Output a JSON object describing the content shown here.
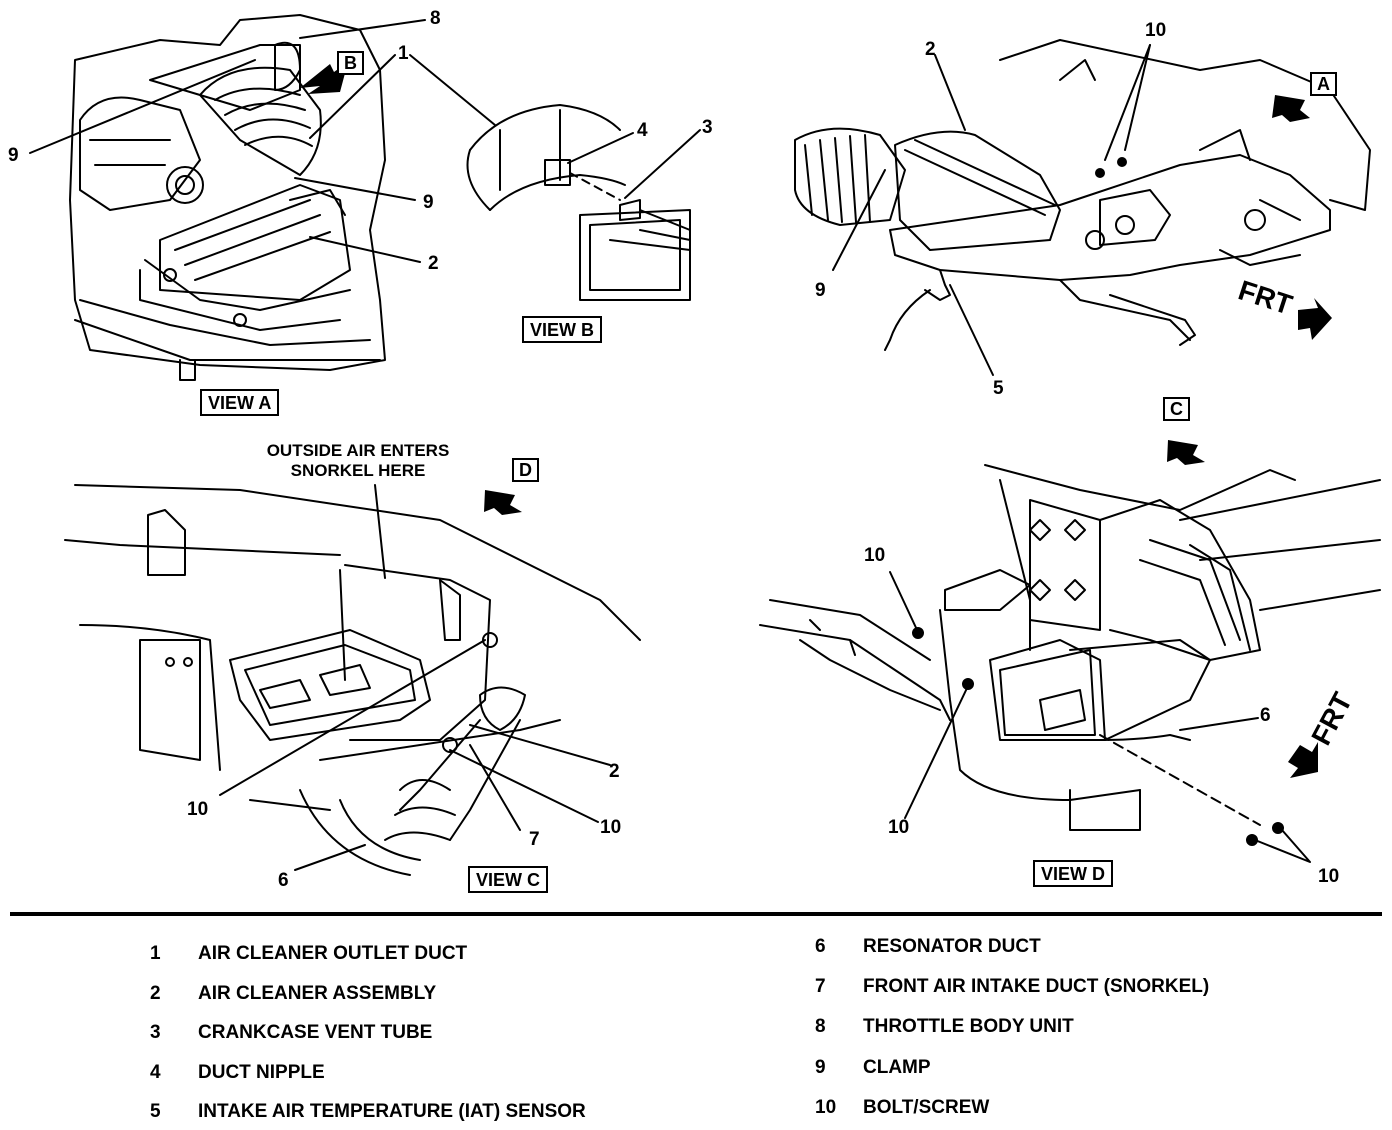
{
  "views": {
    "a": "VIEW A",
    "b": "VIEW B",
    "c": "VIEW C",
    "d": "VIEW D"
  },
  "view_markers": {
    "a": "A",
    "b": "B",
    "c": "C",
    "d": "D"
  },
  "frt": "FRT",
  "note_lines": [
    "OUTSIDE AIR ENTERS",
    "SNORKEL HERE"
  ],
  "callouts": {
    "va_8": "8",
    "va_1": "1",
    "va_9a": "9",
    "va_9b": "9",
    "va_2": "2",
    "vb_4": "4",
    "vb_3": "3",
    "tr_2": "2",
    "tr_10": "10",
    "tr_9": "9",
    "tr_5": "5",
    "vc_10a": "10",
    "vc_2": "2",
    "vc_7": "7",
    "vc_10b": "10",
    "vc_6": "6",
    "vd_10a": "10",
    "vd_6": "6",
    "vd_10b": "10",
    "vd_10c": "10"
  },
  "legend": [
    {
      "num": "1",
      "text": "AIR CLEANER OUTLET DUCT"
    },
    {
      "num": "2",
      "text": "AIR CLEANER ASSEMBLY"
    },
    {
      "num": "3",
      "text": "CRANKCASE VENT TUBE"
    },
    {
      "num": "4",
      "text": "DUCT NIPPLE"
    },
    {
      "num": "5",
      "text": "INTAKE AIR TEMPERATURE (IAT) SENSOR"
    },
    {
      "num": "6",
      "text": "RESONATOR DUCT"
    },
    {
      "num": "7",
      "text": "FRONT AIR INTAKE DUCT (SNORKEL)"
    },
    {
      "num": "8",
      "text": "THROTTLE BODY UNIT"
    },
    {
      "num": "9",
      "text": "CLAMP"
    },
    {
      "num": "10",
      "text": "BOLT/SCREW"
    }
  ]
}
